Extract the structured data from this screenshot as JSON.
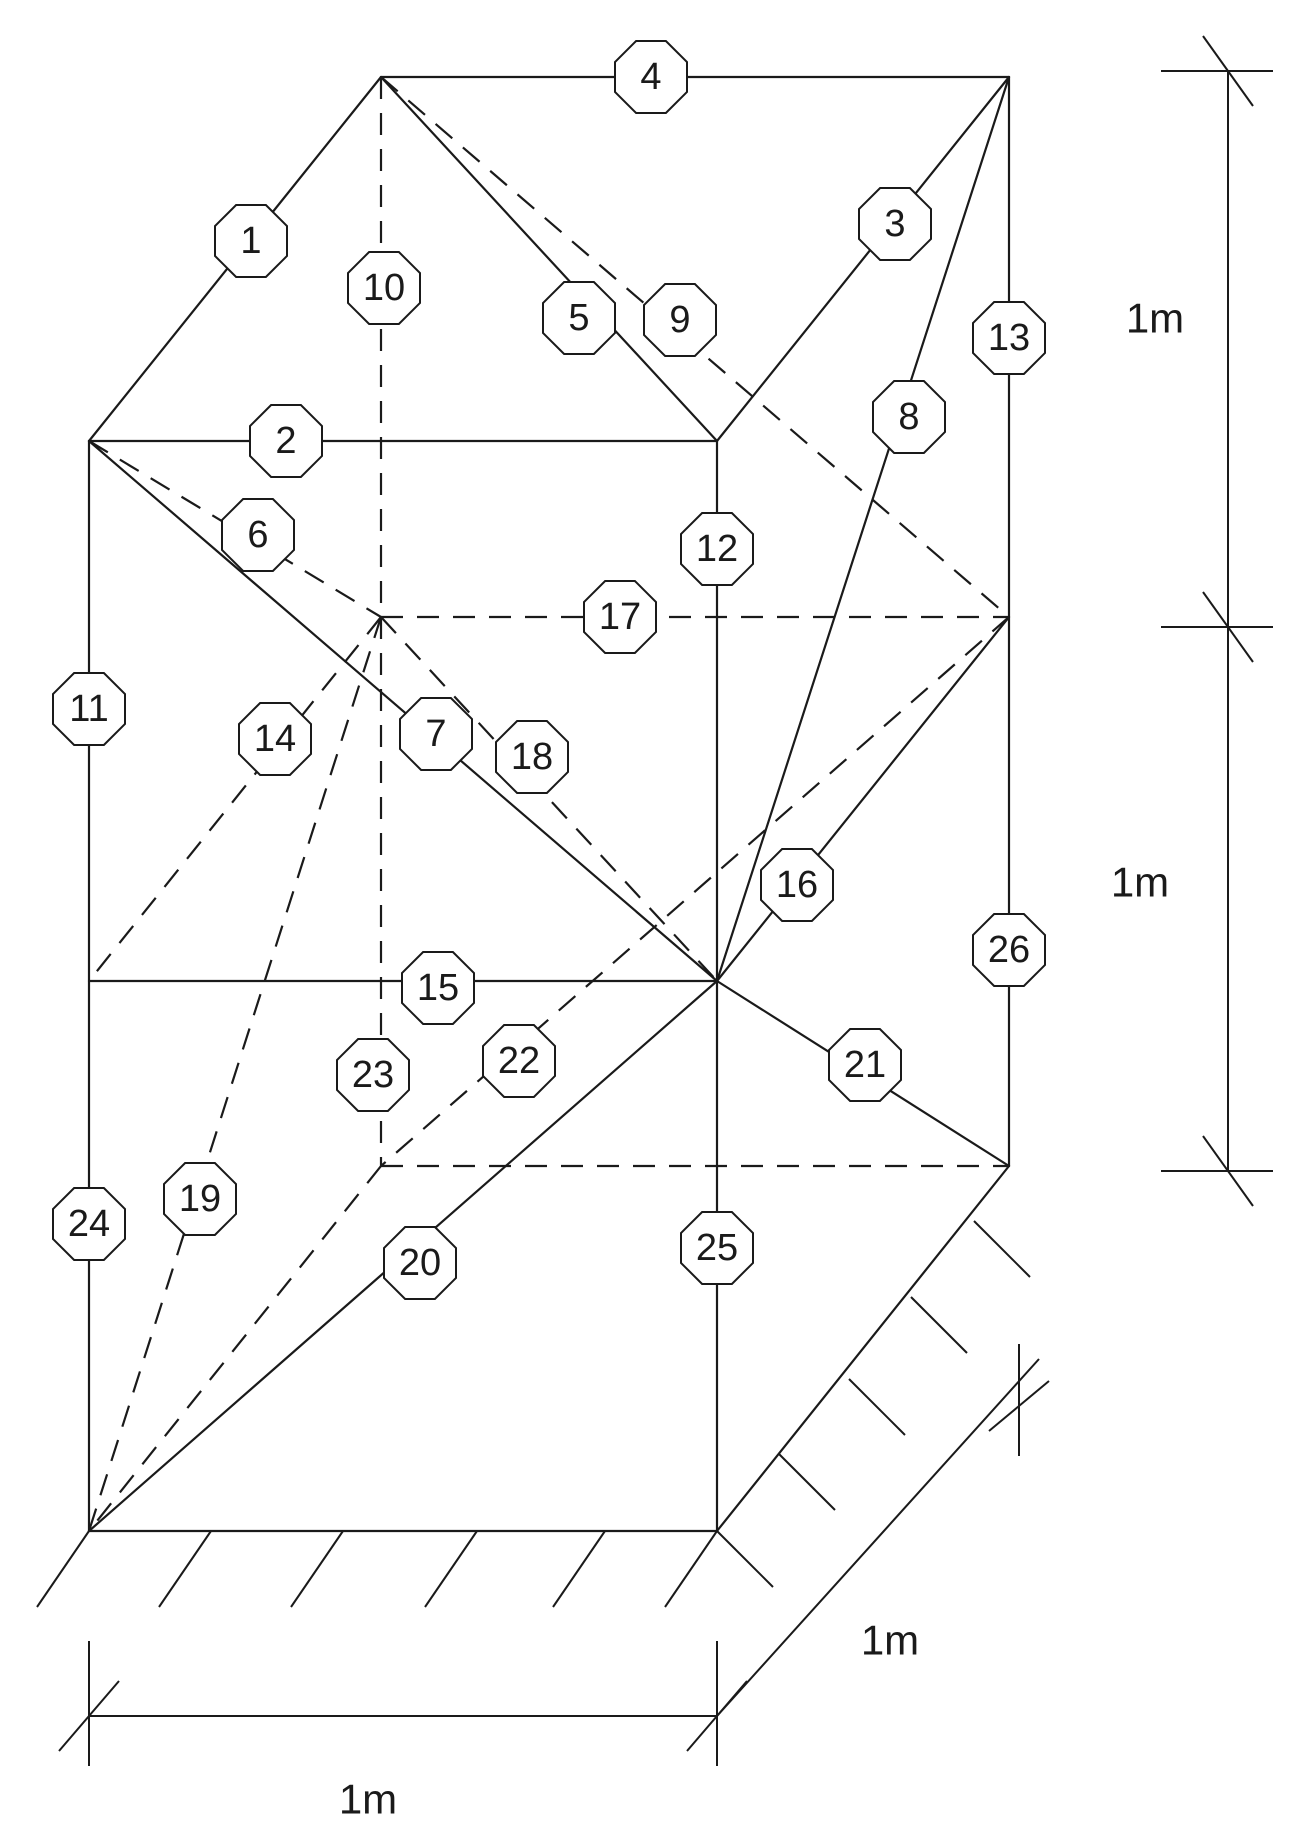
{
  "dimensions": {
    "top_height": "1m",
    "bottom_height": "1m",
    "depth": "1m",
    "width": "1m"
  },
  "member_labels": [
    "1",
    "2",
    "3",
    "4",
    "5",
    "6",
    "7",
    "8",
    "9",
    "10",
    "11",
    "12",
    "13",
    "14",
    "15",
    "16",
    "17",
    "18",
    "19",
    "20",
    "21",
    "22",
    "23",
    "24",
    "25",
    "26"
  ]
}
